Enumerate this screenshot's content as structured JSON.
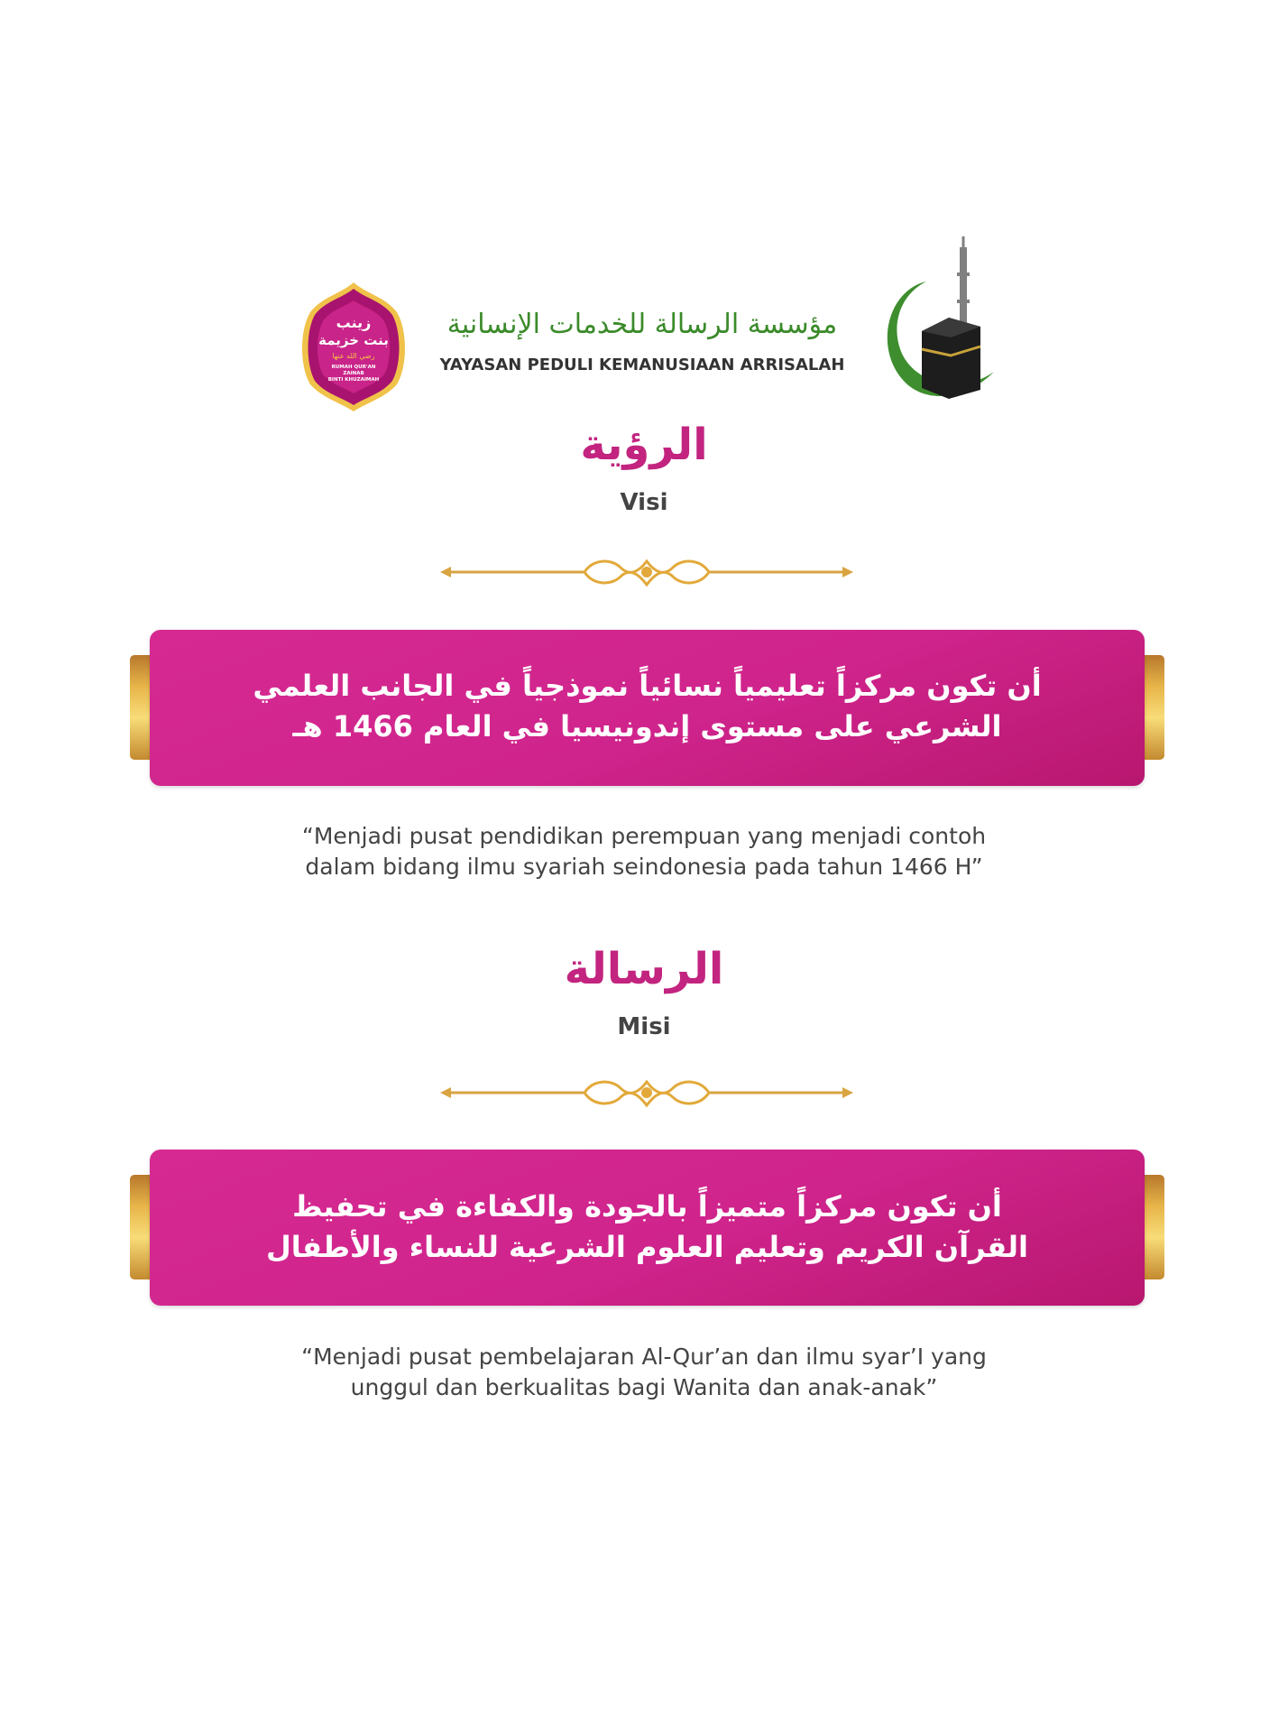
{
  "header": {
    "left_logo": {
      "lines": [
        "زينب",
        "بنت خزيمة",
        "رضي الله عنها",
        "RUMAH QUR'AN ZAINAB BINTI KHUZAIMAH"
      ]
    },
    "org_name_ar": "مؤسسة الرسالة للخدمات الإنسانية",
    "org_name_lat": "YAYASAN PEDULI KEMANUSIAAN ARRISALAH"
  },
  "vision": {
    "title_ar": "الرؤية",
    "title_lat": "Visi",
    "text_ar_line1": "أن تكون مركزاً تعليمياً نسائياً نموذجياً في الجانب العلمي",
    "text_ar_line2": "الشرعي على مستوى إندونيسيا في العام 1466 هـ",
    "quote_line1": "“Menjadi pusat pendidikan perempuan yang menjadi contoh",
    "quote_line2": "dalam bidang ilmu syariah seindonesia pada tahun 1466 H”"
  },
  "mission": {
    "title_ar": "الرسالة",
    "title_lat": "Misi",
    "text_ar_line1": "أن تكون مركزاً متميزاً بالجودة والكفاءة في تحفيظ",
    "text_ar_line2": "القرآن الكريم وتعليم العلوم الشرعية للنساء والأطفال",
    "quote_line1": "“Menjadi pusat pembelajaran Al-Qur’an dan ilmu syar’I yang",
    "quote_line2": "unggul dan berkualitas bagi Wanita dan anak-anak”"
  },
  "colors": {
    "magenta": "#cf248c",
    "title": "#c2247f",
    "green": "#3b8a2a",
    "gold": "#d9a441"
  }
}
